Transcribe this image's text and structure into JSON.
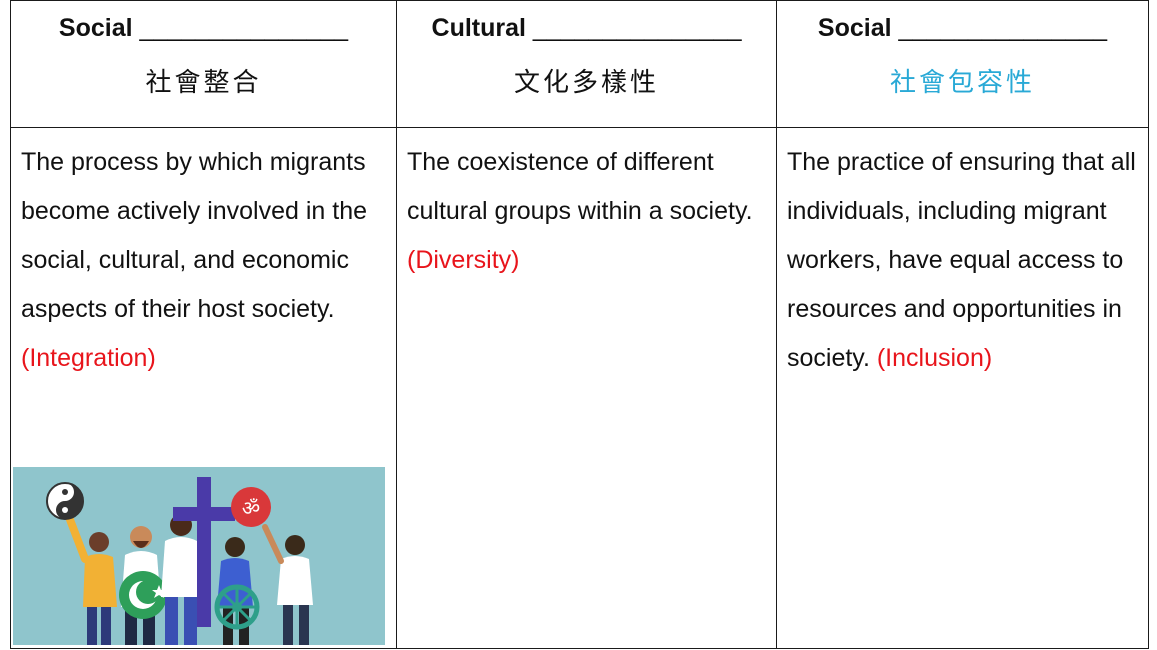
{
  "table": {
    "columns": [
      {
        "term_label": "Social",
        "term_blank": "_______________",
        "chinese": "社會整合",
        "definition": "The process by which migrants become actively involved in the social, cultural, and economic aspects of their host society.",
        "answer": "(Integration)"
      },
      {
        "term_label": "Cultural",
        "term_blank": "_______________",
        "chinese": "文化多樣性",
        "definition": "The coexistence of different cultural groups within a society.",
        "answer": "(Diversity)"
      },
      {
        "term_label": "Social",
        "term_blank": "_______________",
        "chinese": "社會包容性",
        "definition": "The practice of ensuring that all individuals, including migrant workers, have equal access to resources and opportunities in society.",
        "answer": "(Inclusion)"
      }
    ]
  },
  "colors": {
    "answer": "#e8141b",
    "chinese_highlight": "#29a9d6",
    "illustration_bg": "#8fc5cc"
  },
  "illustration": {
    "icons": [
      "yin-yang-icon",
      "crescent-star-icon",
      "cross-icon",
      "om-icon",
      "dharma-wheel-icon"
    ]
  }
}
